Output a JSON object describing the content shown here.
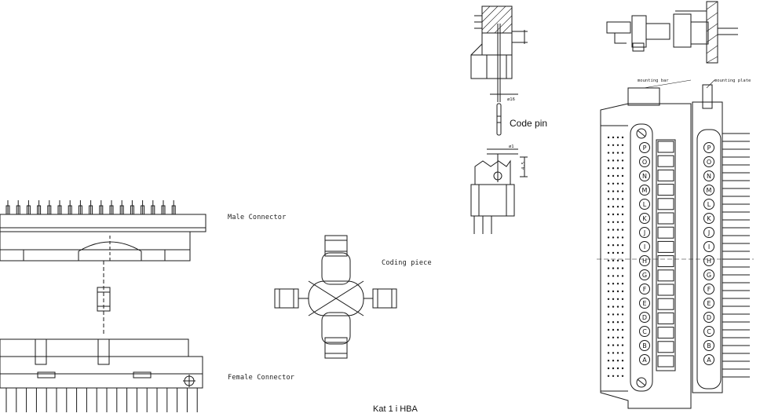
{
  "labels": {
    "male_connector": "Male Connector",
    "female_connector": "Female Connector",
    "coding_piece": "Coding piece",
    "code_pin": "Code pin",
    "mounting_bar": "mounting bar",
    "mounting_plate": "mounting plate",
    "dim_top": "ø16",
    "dim_mid": "ø1",
    "dim_side": "4,5",
    "footer": "Kat 1 i HBA"
  },
  "pin_letters": [
    "P",
    "O",
    "N",
    "M",
    "L",
    "K",
    "J",
    "I",
    "H",
    "G",
    "F",
    "E",
    "D",
    "C",
    "B",
    "A"
  ]
}
